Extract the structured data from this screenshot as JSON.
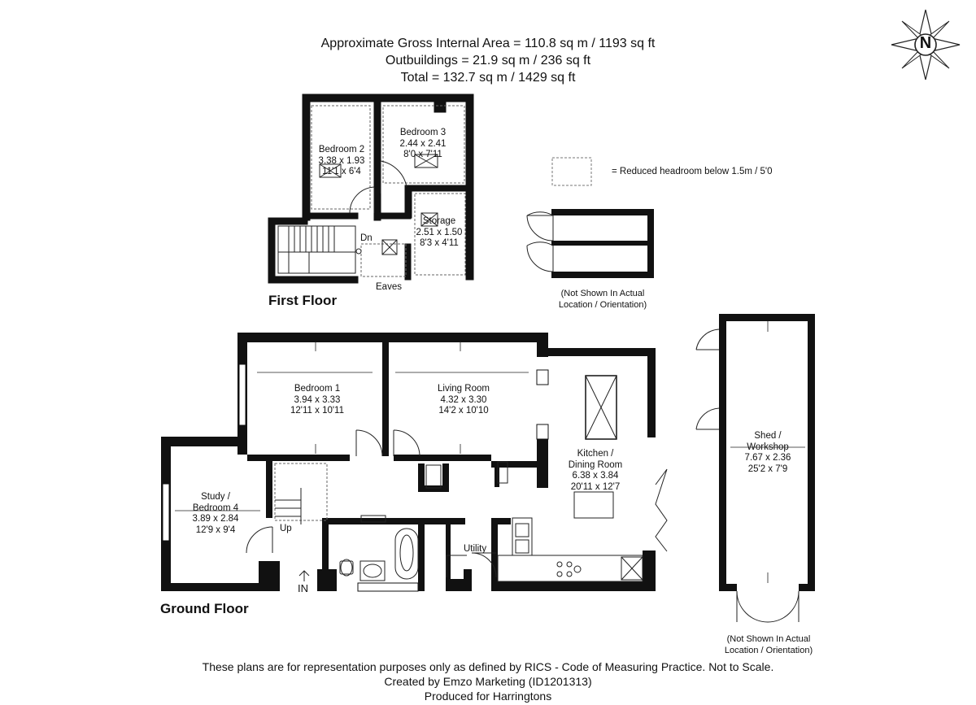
{
  "header": {
    "line1": "Approximate Gross Internal Area = 110.8 sq m / 1193 sq ft",
    "line2": "Outbuildings = 21.9 sq m / 236 sq ft",
    "line3": "Total = 132.7 sq m / 1429 sq ft"
  },
  "compass": {
    "letter": "N"
  },
  "legend": {
    "text": "= Reduced headroom below 1.5m / 5'0"
  },
  "first_floor": {
    "title": "First Floor",
    "rooms": {
      "bedroom2": {
        "name": "Bedroom 2",
        "metric": "3.38 x 1.93",
        "imperial": "11'1 x 6'4"
      },
      "bedroom3": {
        "name": "Bedroom 3",
        "metric": "2.44 x 2.41",
        "imperial": "8'0 x 7'11"
      },
      "storage": {
        "name": "Storage",
        "metric": "2.51 x 1.50",
        "imperial": "8'3 x 4'11"
      }
    },
    "labels": {
      "dn": "Dn",
      "eaves": "Eaves"
    }
  },
  "ground_floor": {
    "title": "Ground Floor",
    "rooms": {
      "bedroom1": {
        "name": "Bedroom 1",
        "metric": "3.94 x 3.33",
        "imperial": "12'11 x 10'11"
      },
      "living": {
        "name": "Living Room",
        "metric": "4.32 x 3.30",
        "imperial": "14'2 x 10'10"
      },
      "kitchen": {
        "name1": "Kitchen /",
        "name2": "Dining Room",
        "metric": "6.38 x 3.84",
        "imperial": "20'11 x 12'7"
      },
      "study": {
        "name1": "Study /",
        "name2": "Bedroom 4",
        "metric": "3.89 x 2.84",
        "imperial": "12'9 x 9'4"
      }
    },
    "labels": {
      "up": "Up",
      "in": "IN",
      "utility": "Utility"
    }
  },
  "outbuildings": {
    "shed": {
      "name1": "Shed /",
      "name2": "Workshop",
      "metric": "7.67 x 2.36",
      "imperial": "25'2 x 7'9"
    },
    "note_top": {
      "line1": "(Not Shown In Actual",
      "line2": "Location / Orientation)"
    },
    "note_shed": {
      "line1": "(Not Shown In Actual",
      "line2": "Location / Orientation)"
    }
  },
  "footer": {
    "line1": "These plans are for representation purposes only as defined by RICS - Code of Measuring Practice. Not to Scale.",
    "line2": "Created by Emzo Marketing (ID1201313)",
    "line3": "Produced for Harringtons"
  }
}
